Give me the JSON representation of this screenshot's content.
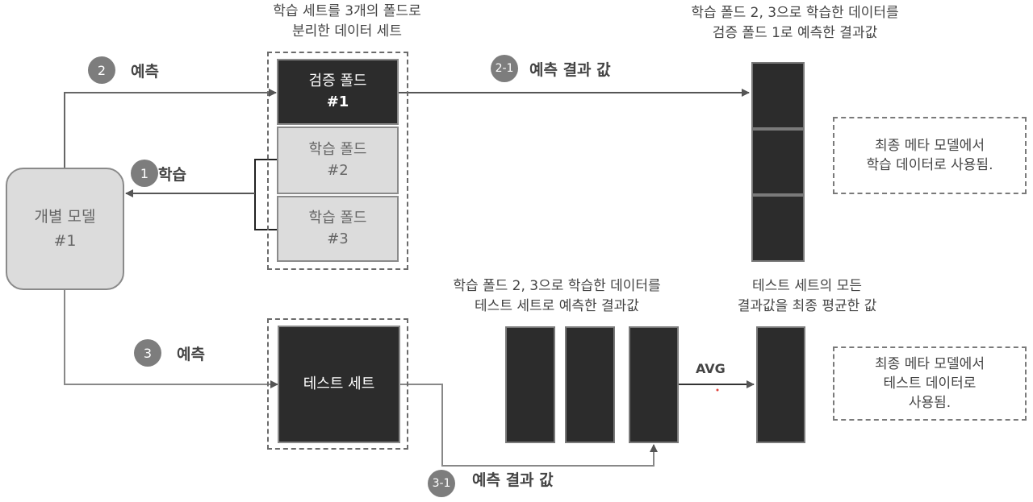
{
  "top_caption": {
    "line1": "학습 세트를 3개의 폴드로",
    "line2": "분리한 데이터 세트"
  },
  "folds": [
    {
      "name": "검증 폴드",
      "id": "#1"
    },
    {
      "name": "학습 폴드",
      "id": "#2"
    },
    {
      "name": "학습 폴드",
      "id": "#3"
    }
  ],
  "model": {
    "name": "개별 모델",
    "id": "#1"
  },
  "test_set": {
    "label": "테스트 세트"
  },
  "steps": {
    "s1": {
      "num": "1",
      "label": "학습"
    },
    "s2": {
      "num": "2",
      "label": "예측"
    },
    "s21": {
      "num": "2-1",
      "label": "예측 결과 값"
    },
    "s3": {
      "num": "3",
      "label": "예측"
    },
    "s31": {
      "num": "3-1",
      "label": "예측 결과 값"
    }
  },
  "right_top_caption": {
    "line1": "학습 폴드 2, 3으로 학습한 데이터를",
    "line2": "검증 폴드 1로 예측한 결과값"
  },
  "mid_caption": {
    "line1": "학습 폴드 2, 3으로 학습한 데이터를",
    "line2": "테스트 세트로 예측한 결과값"
  },
  "right_bottom_caption": {
    "line1": "테스트 세트의 모든",
    "line2": "결과값을 최종 평균한 값"
  },
  "avg_label": "AVG",
  "note_top": {
    "line1": "최종 메타 모델에서",
    "line2": "학습 데이터로 사용됨."
  },
  "note_bottom": {
    "line1": "최종 메타 모델에서",
    "line2": "테스트 데이터로",
    "line3": "사용됨."
  },
  "colors": {
    "dark_box": "#2c2c2c",
    "light_box": "#dcdcdc",
    "circle": "#7d7d7d",
    "line": "#555555"
  }
}
